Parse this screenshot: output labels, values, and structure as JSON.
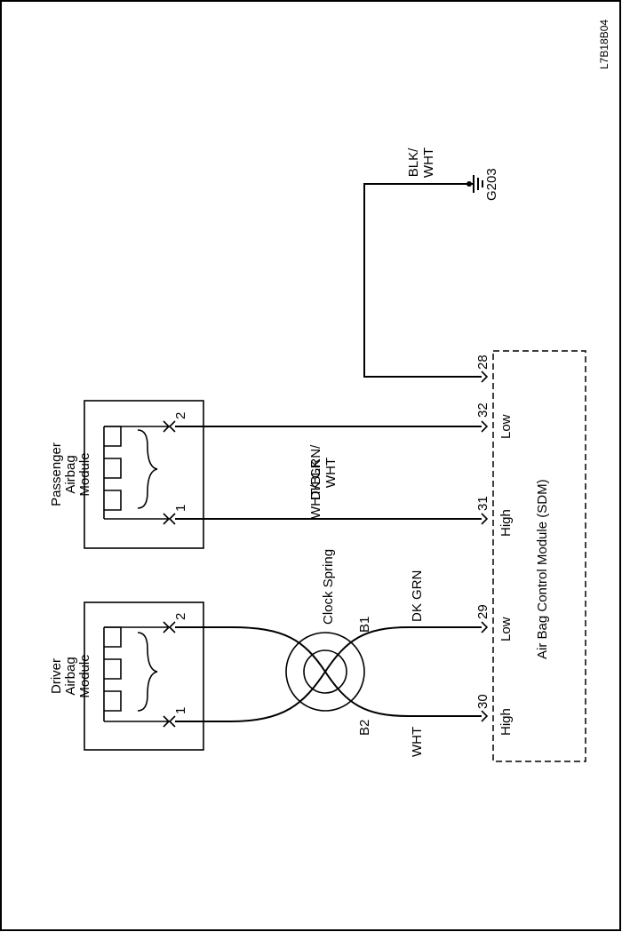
{
  "figure_id": "L7B18B04",
  "driver_module": {
    "lines": [
      "Driver",
      "Airbag",
      "Module"
    ],
    "pin1": "1",
    "pin2": "2"
  },
  "passenger_module": {
    "lines": [
      "Passenger",
      "Airbag",
      "Module"
    ],
    "pin1": "1",
    "pin2": "2"
  },
  "clock_spring": {
    "label": "Clock Spring",
    "b1": "B1",
    "b2": "B2"
  },
  "sdm": {
    "label": "Air Bag Control Module (SDM)",
    "pins": {
      "p28": "28",
      "p29": "29",
      "p30": "30",
      "p31": "31",
      "p32": "32"
    },
    "low_label": "Low",
    "high_label": "High"
  },
  "wires": {
    "dk_grn_wht": [
      "DK GRN/",
      "WHT"
    ],
    "wht_blk": "WHT/BLK",
    "dk_grn": "DK GRN",
    "wht": "WHT",
    "blk_wht": [
      "BLK/",
      "WHT"
    ]
  },
  "ground": {
    "label": "G203"
  }
}
